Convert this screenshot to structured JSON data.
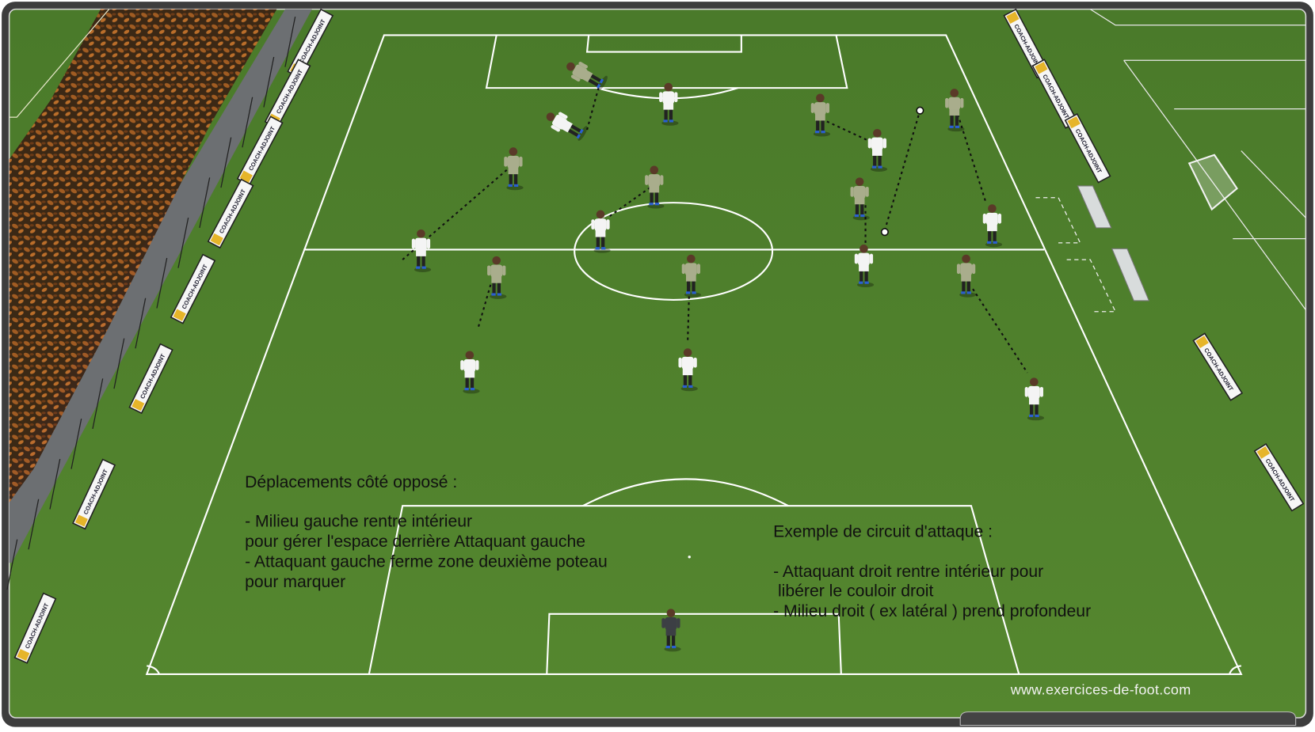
{
  "diagram": {
    "left_note": {
      "title": "Déplacements côté opposé :",
      "lines": [
        "- Milieu gauche rentre intérieur",
        "pour gérer l'espace derrière Attaquant gauche",
        "- Attaquant gauche ferme zone deuxième poteau",
        "pour marquer"
      ]
    },
    "right_note": {
      "title": "Exemple de circuit d'attaque :",
      "lines": [
        "- Attaquant droit rentre intérieur pour",
        " libérer le couloir droit",
        "- Milieu droit ( ex latéral ) prend profondeur"
      ]
    },
    "watermark": "www.exercices-de-foot.com",
    "ad_board_text": "COACH-ADJOINT",
    "colors": {
      "grass": "#4d7a2c",
      "pitch": "#55852f",
      "lines": "#ffffff",
      "team_white": "#f4f4f4",
      "team_khaki": "#a9ad8c",
      "goalkeeper": "#3c3f44",
      "frame": "#3d3d3d",
      "trees": "#8a4a1e",
      "track": "#6c6f72"
    }
  }
}
